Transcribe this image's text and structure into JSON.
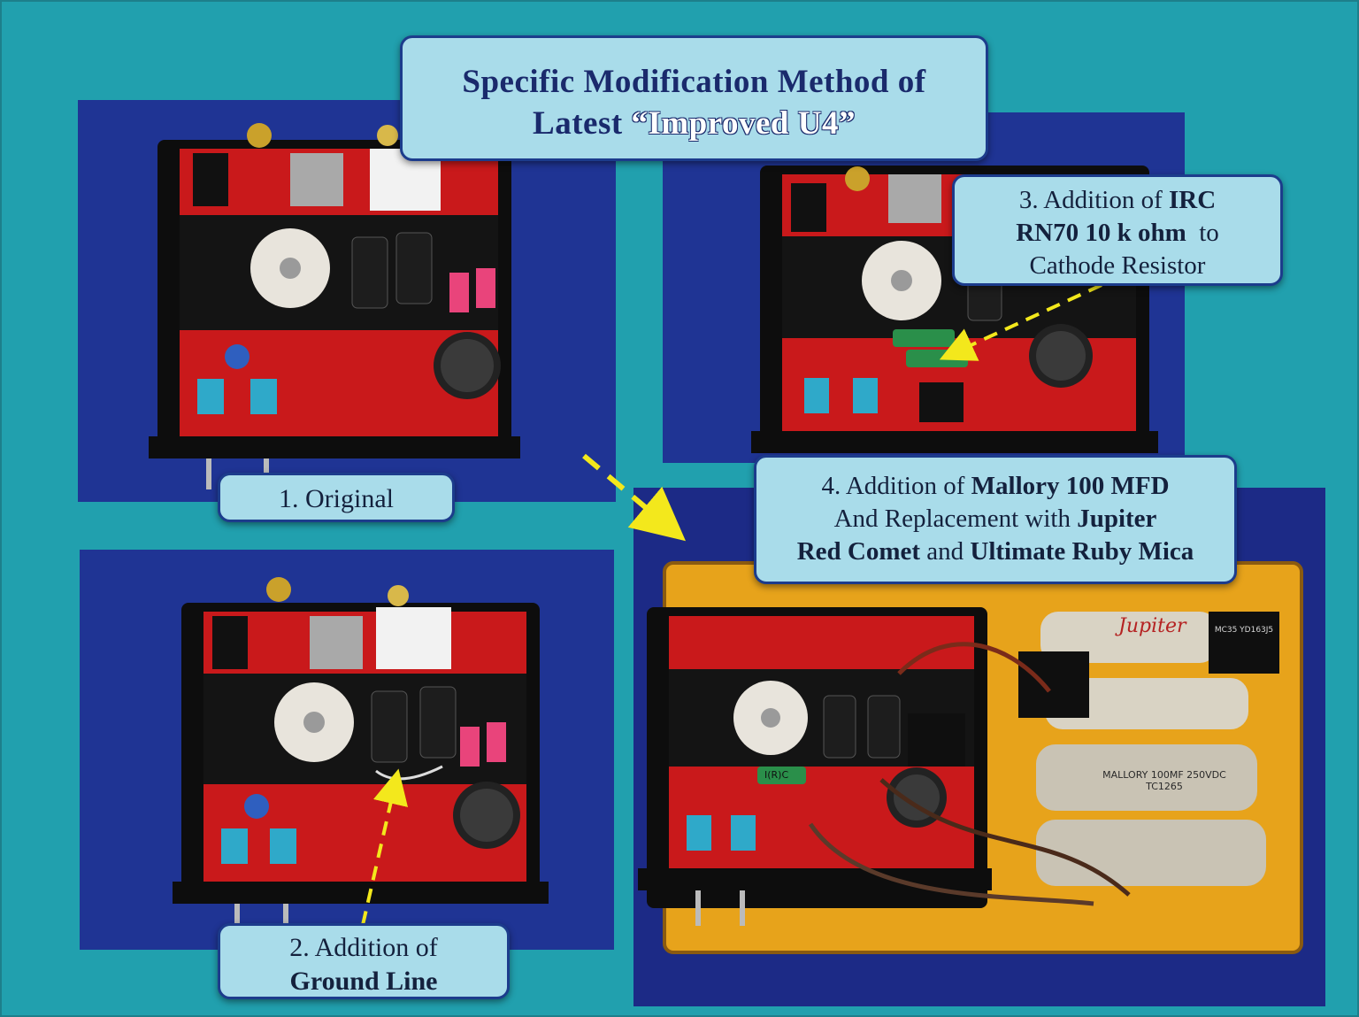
{
  "title": {
    "line1": "Specific Modification Method of",
    "line2_prefix": "Latest ",
    "line2_quoted": "“Improved U4”"
  },
  "captions": {
    "step1": "1. Original",
    "step2": {
      "line1": "2. Addition of",
      "line2": "Ground Line"
    },
    "step3": {
      "line1_plain": "3. Addition of ",
      "line1_bold": "IRC",
      "line2_bold": "RN70 10 k ohm",
      "line2_plain": "  to",
      "line3": "Cathode Resistor"
    },
    "step4": {
      "line1_plain": "4. Addition of ",
      "line1_bold": "Mallory 100 MFD",
      "line2_plain": "And Replacement with ",
      "line2_bold": "Jupiter",
      "line3_bold_a": "Red Comet",
      "line3_plain": " and ",
      "line3_bold_b": "Ultimate Ruby Mica"
    }
  },
  "colors": {
    "background": "#21a0ae",
    "callout_fill": "#a9dcea",
    "callout_border": "#1c3c8c",
    "arrow": "#f3e81c",
    "board_red": "#d8201f",
    "wood": "#e7a31b"
  },
  "component_markings": {
    "resistor_brand": "I(R)C",
    "jupiter_logo": "Jupiter",
    "mica_cap": "MC35 YD163J5",
    "mallory_cap": "MALLORY 100MF 250VDC TC1265"
  }
}
